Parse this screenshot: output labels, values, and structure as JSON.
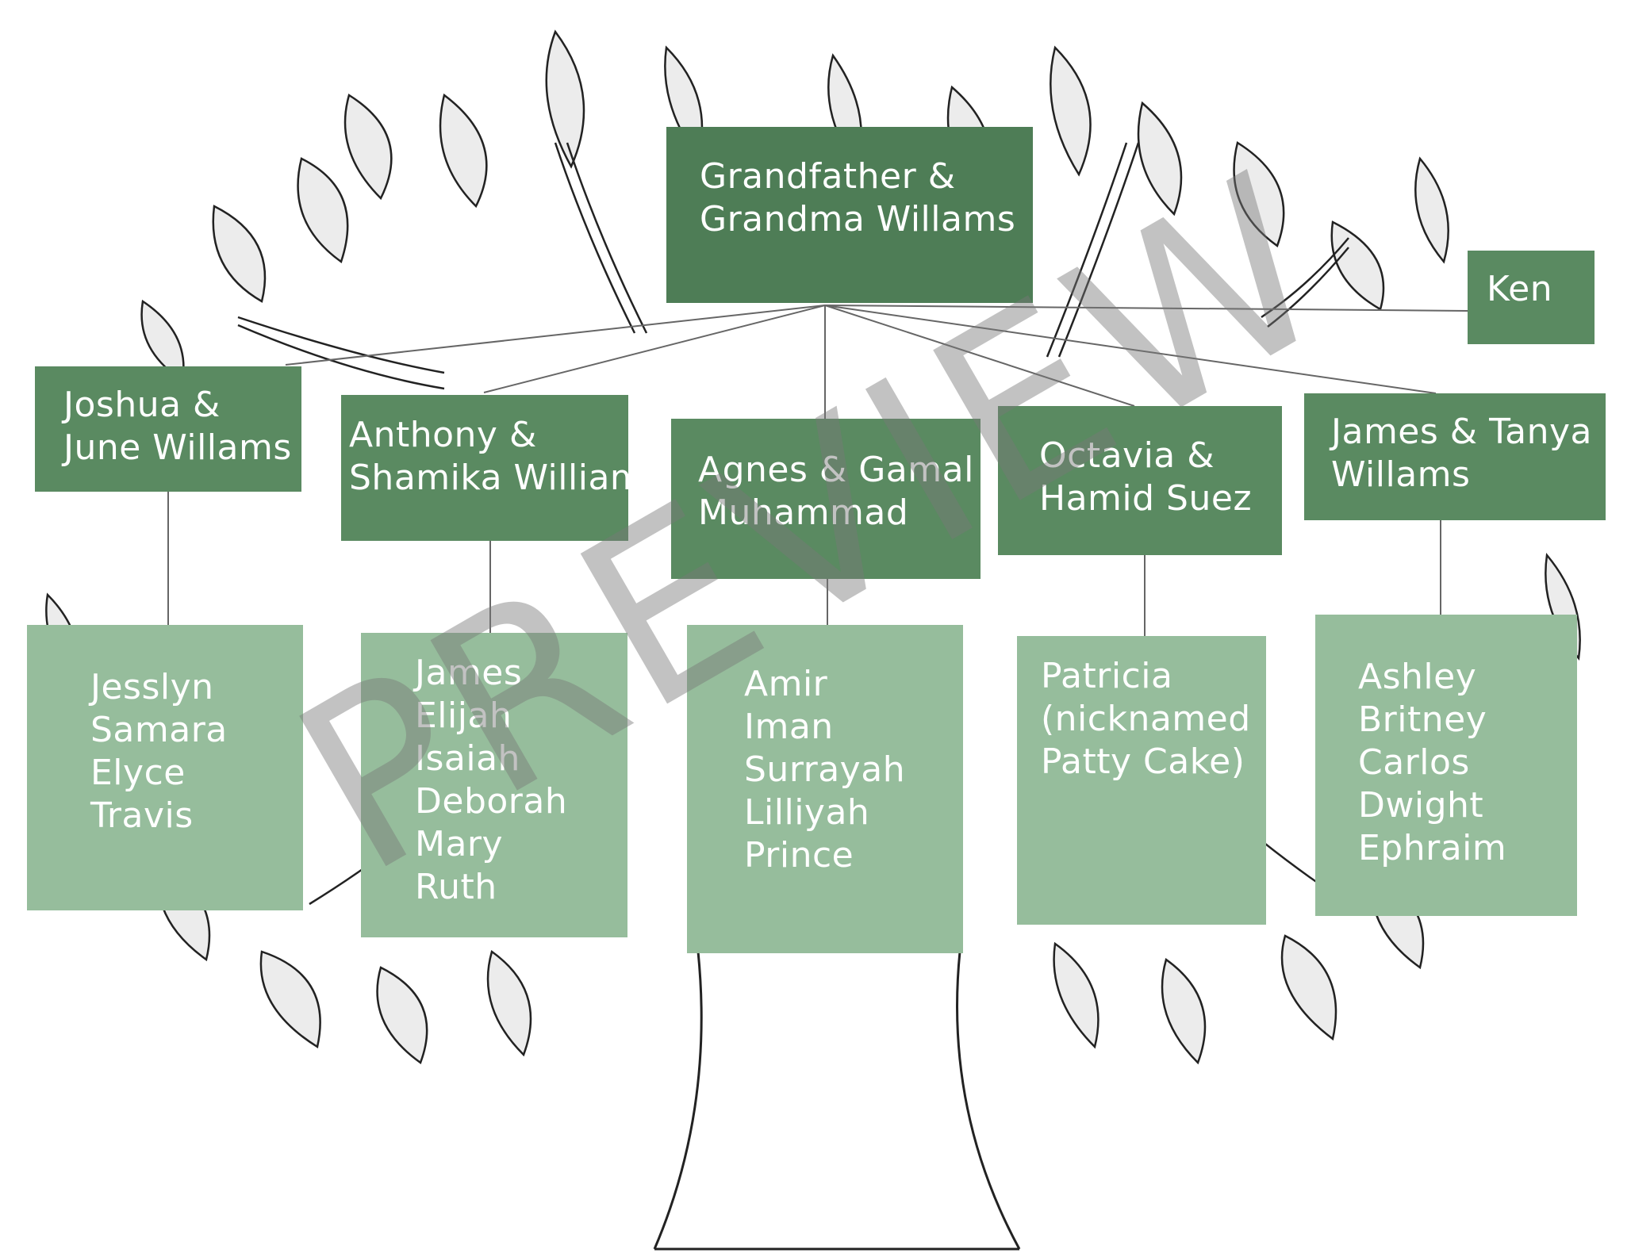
{
  "root": {
    "lines": [
      "Grandfather &",
      "Grandma Willams"
    ]
  },
  "side": {
    "name": "Ken"
  },
  "families": [
    {
      "parents": [
        "Joshua &",
        "June Willams"
      ],
      "children": [
        "Jesslyn",
        "Samara",
        "Elyce",
        "Travis"
      ]
    },
    {
      "parents": [
        "Anthony &",
        "Shamika Williams"
      ],
      "children": [
        "James",
        "Elijah",
        "Isaiah",
        "Deborah",
        "Mary",
        "Ruth"
      ]
    },
    {
      "parents": [
        "Agnes & Gamal",
        "Muhammad"
      ],
      "children": [
        "Amir",
        "Iman",
        "Surrayah",
        "Lilliyah",
        "Prince"
      ]
    },
    {
      "parents": [
        "Octavia &",
        "Hamid Suez"
      ],
      "children": [
        "Patricia",
        "(nicknamed",
        "Patty Cake)"
      ]
    },
    {
      "parents": [
        "James & Tanya",
        "Willams"
      ],
      "children": [
        "Ashley",
        "Britney",
        "Carlos",
        "Dwight",
        "Ephraim"
      ]
    }
  ],
  "watermark": "PREVIEW",
  "colors": {
    "parent_box": "#5a8a61",
    "root_box": "#4e7d56",
    "children_box": "#96bd9c",
    "text": "#ffffff"
  }
}
